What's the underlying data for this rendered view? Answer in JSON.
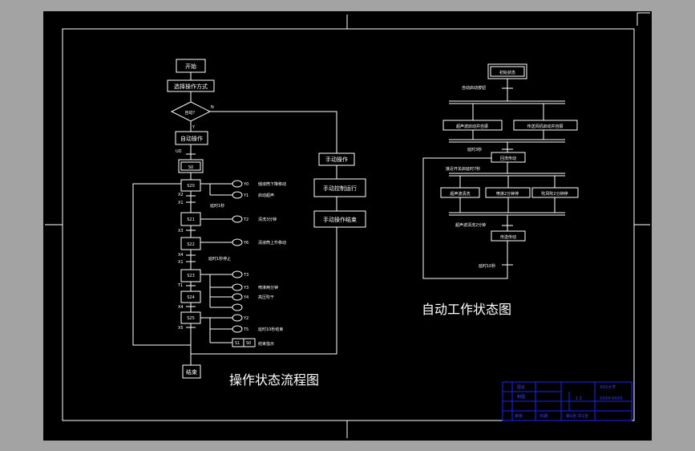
{
  "colors": {
    "background": "#a3a3a3",
    "paper": "#000000",
    "line": "#ffffff",
    "title_block": "#2020ff"
  },
  "flowchart": {
    "title": "操作状态流程图",
    "start": "开始",
    "select_mode": "选择操作方式",
    "auto_q": "自动？",
    "branch_n": "N",
    "branch_y": "Y",
    "auto_op": "自动操作",
    "init_cond": "UD",
    "s0": "S0",
    "s20": "S20",
    "s21": "S21",
    "s22": "S22",
    "s23": "S23",
    "s24": "S24",
    "s25": "S25",
    "end": "结束",
    "manual_op": "手动操作",
    "manual_run": "手动控制运行",
    "manual_end": "手动操作结束",
    "contacts": {
      "x2": "X2",
      "x1": "X1",
      "x3": "X3",
      "x4": "X4",
      "x5": "X5",
      "t1": "T1"
    },
    "coils": {
      "y0": "Y0",
      "y0_text": "储液筒下降移动",
      "y1": "Y1",
      "y1_text": "启动超声",
      "t_delay": "延时1秒",
      "t2": "T2",
      "t2_text": "清洗3分钟",
      "y6": "Y6",
      "y6_text": "清液筒上升移动",
      "delay_1s": "延时1秒停止",
      "t3": "T3",
      "y3": "Y3",
      "y3_text": "喷淋两分钟",
      "y4": "Y4",
      "y4_text": "高压吹干",
      "y2": "Y2",
      "t5": "T5",
      "t5_text": "延时10秒结束",
      "seg": "S1",
      "seg2": "S0",
      "show_done": "结束指示"
    }
  },
  "state_diagram": {
    "title": "自动工作状态图",
    "init_state": "初始状态",
    "start_btn": "自动启动按钮",
    "ultrasonic_start": "超声波启动并自振",
    "conveyor_start": "传送风机启动并自振",
    "delay_3s": "延时3秒",
    "retract": "回洗传动",
    "proximity": "接近开关启延时7秒",
    "ultrasonic_wash": "超声波清洗",
    "spray_2min": "喷淋2分钟停",
    "blow_2min": "吹风吹2分钟停",
    "ultrasonic_done": "超声波清洗2分钟",
    "conveyor_drive": "传送传动",
    "delay_10s": "延时10秒"
  },
  "title_block": {
    "name": "图名",
    "drawn": "制图",
    "check": "审核",
    "date": "日期",
    "scale": "1:1",
    "school": "XXX大学",
    "dwg_no": "XXXX-XXXX",
    "sheet": "第1张 共1张"
  }
}
